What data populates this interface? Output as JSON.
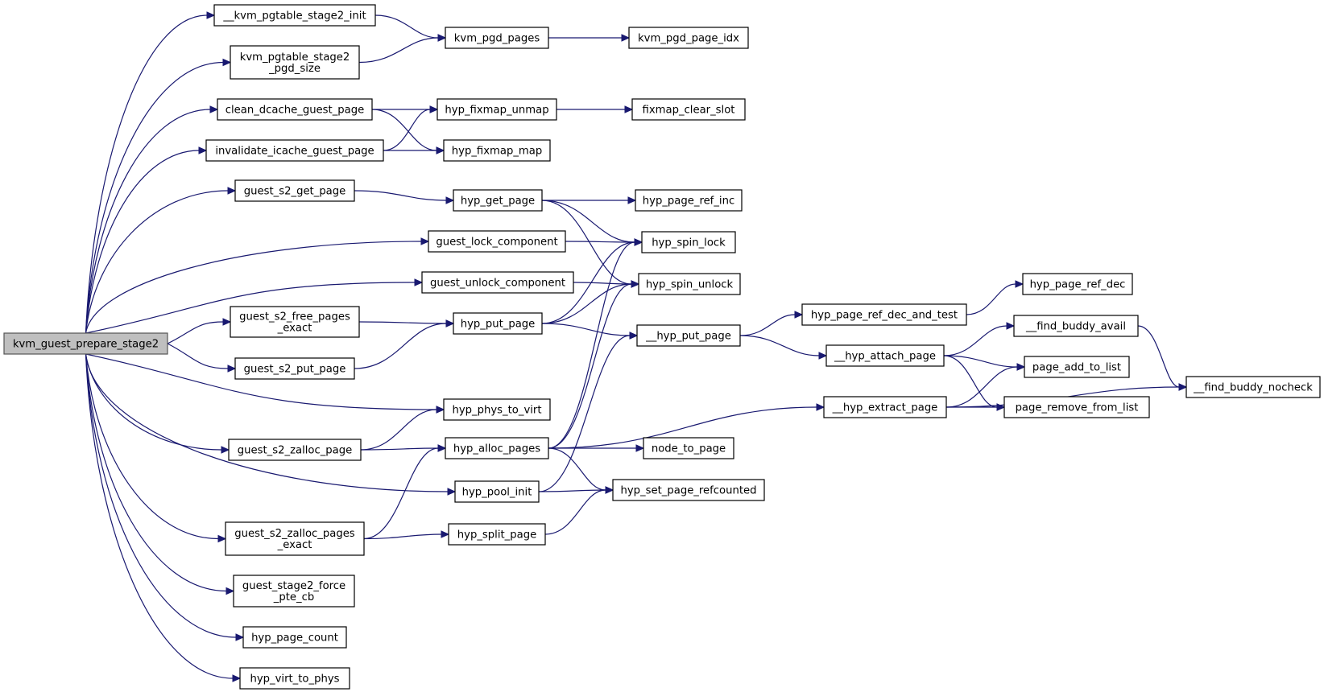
{
  "diagram": {
    "colors": {
      "edge": "#191970",
      "node_border": "#000000",
      "root_fill": "#bfbfbf",
      "node_fill": "#ffffff"
    },
    "nodes": [
      {
        "id": "kvm_guest_prepare_stage2",
        "lines": [
          "kvm_guest_prepare_stage2"
        ],
        "root": true
      },
      {
        "id": "__kvm_pgtable_stage2_init",
        "lines": [
          "__kvm_pgtable_stage2_init"
        ]
      },
      {
        "id": "kvm_pgtable_stage2_pgd_size",
        "lines": [
          "kvm_pgtable_stage2",
          "_pgd_size"
        ]
      },
      {
        "id": "clean_dcache_guest_page",
        "lines": [
          "clean_dcache_guest_page"
        ]
      },
      {
        "id": "invalidate_icache_guest_page",
        "lines": [
          "invalidate_icache_guest_page"
        ]
      },
      {
        "id": "guest_s2_get_page",
        "lines": [
          "guest_s2_get_page"
        ]
      },
      {
        "id": "guest_lock_component",
        "lines": [
          "guest_lock_component"
        ]
      },
      {
        "id": "guest_unlock_component",
        "lines": [
          "guest_unlock_component"
        ]
      },
      {
        "id": "guest_s2_free_pages_exact",
        "lines": [
          "guest_s2_free_pages",
          "_exact"
        ]
      },
      {
        "id": "guest_s2_put_page",
        "lines": [
          "guest_s2_put_page"
        ]
      },
      {
        "id": "hyp_phys_to_virt",
        "lines": [
          "hyp_phys_to_virt"
        ]
      },
      {
        "id": "guest_s2_zalloc_page",
        "lines": [
          "guest_s2_zalloc_page"
        ]
      },
      {
        "id": "hyp_pool_init",
        "lines": [
          "hyp_pool_init"
        ]
      },
      {
        "id": "guest_s2_zalloc_pages_exact",
        "lines": [
          "guest_s2_zalloc_pages",
          "_exact"
        ]
      },
      {
        "id": "guest_stage2_force_pte_cb",
        "lines": [
          "guest_stage2_force",
          "_pte_cb"
        ]
      },
      {
        "id": "hyp_page_count",
        "lines": [
          "hyp_page_count"
        ]
      },
      {
        "id": "hyp_virt_to_phys",
        "lines": [
          "hyp_virt_to_phys"
        ]
      },
      {
        "id": "kvm_pgd_pages",
        "lines": [
          "kvm_pgd_pages"
        ]
      },
      {
        "id": "kvm_pgd_page_idx",
        "lines": [
          "kvm_pgd_page_idx"
        ]
      },
      {
        "id": "hyp_fixmap_unmap",
        "lines": [
          "hyp_fixmap_unmap"
        ]
      },
      {
        "id": "fixmap_clear_slot",
        "lines": [
          "fixmap_clear_slot"
        ]
      },
      {
        "id": "hyp_fixmap_map",
        "lines": [
          "hyp_fixmap_map"
        ]
      },
      {
        "id": "hyp_get_page",
        "lines": [
          "hyp_get_page"
        ]
      },
      {
        "id": "hyp_page_ref_inc",
        "lines": [
          "hyp_page_ref_inc"
        ]
      },
      {
        "id": "hyp_spin_lock",
        "lines": [
          "hyp_spin_lock"
        ]
      },
      {
        "id": "hyp_spin_unlock",
        "lines": [
          "hyp_spin_unlock"
        ]
      },
      {
        "id": "hyp_put_page",
        "lines": [
          "hyp_put_page"
        ]
      },
      {
        "id": "__hyp_put_page",
        "lines": [
          "__hyp_put_page"
        ]
      },
      {
        "id": "hyp_page_ref_dec_and_test",
        "lines": [
          "hyp_page_ref_dec_and_test"
        ]
      },
      {
        "id": "hyp_page_ref_dec",
        "lines": [
          "hyp_page_ref_dec"
        ]
      },
      {
        "id": "__hyp_attach_page",
        "lines": [
          "__hyp_attach_page"
        ]
      },
      {
        "id": "__find_buddy_avail",
        "lines": [
          "__find_buddy_avail"
        ]
      },
      {
        "id": "page_add_to_list",
        "lines": [
          "page_add_to_list"
        ]
      },
      {
        "id": "__find_buddy_nocheck",
        "lines": [
          "__find_buddy_nocheck"
        ]
      },
      {
        "id": "__hyp_extract_page",
        "lines": [
          "__hyp_extract_page"
        ]
      },
      {
        "id": "page_remove_from_list",
        "lines": [
          "page_remove_from_list"
        ]
      },
      {
        "id": "hyp_alloc_pages",
        "lines": [
          "hyp_alloc_pages"
        ]
      },
      {
        "id": "node_to_page",
        "lines": [
          "node_to_page"
        ]
      },
      {
        "id": "hyp_set_page_refcounted",
        "lines": [
          "hyp_set_page_refcounted"
        ]
      },
      {
        "id": "hyp_split_page",
        "lines": [
          "hyp_split_page"
        ]
      }
    ],
    "edges": [
      [
        "kvm_guest_prepare_stage2",
        "__kvm_pgtable_stage2_init"
      ],
      [
        "kvm_guest_prepare_stage2",
        "kvm_pgtable_stage2_pgd_size"
      ],
      [
        "kvm_guest_prepare_stage2",
        "clean_dcache_guest_page"
      ],
      [
        "kvm_guest_prepare_stage2",
        "invalidate_icache_guest_page"
      ],
      [
        "kvm_guest_prepare_stage2",
        "guest_s2_get_page"
      ],
      [
        "kvm_guest_prepare_stage2",
        "guest_lock_component"
      ],
      [
        "kvm_guest_prepare_stage2",
        "guest_unlock_component"
      ],
      [
        "kvm_guest_prepare_stage2",
        "guest_s2_free_pages_exact"
      ],
      [
        "kvm_guest_prepare_stage2",
        "guest_s2_put_page"
      ],
      [
        "kvm_guest_prepare_stage2",
        "hyp_phys_to_virt"
      ],
      [
        "kvm_guest_prepare_stage2",
        "guest_s2_zalloc_page"
      ],
      [
        "kvm_guest_prepare_stage2",
        "hyp_pool_init"
      ],
      [
        "kvm_guest_prepare_stage2",
        "guest_s2_zalloc_pages_exact"
      ],
      [
        "kvm_guest_prepare_stage2",
        "guest_stage2_force_pte_cb"
      ],
      [
        "kvm_guest_prepare_stage2",
        "hyp_page_count"
      ],
      [
        "kvm_guest_prepare_stage2",
        "hyp_virt_to_phys"
      ],
      [
        "__kvm_pgtable_stage2_init",
        "kvm_pgd_pages"
      ],
      [
        "kvm_pgtable_stage2_pgd_size",
        "kvm_pgd_pages"
      ],
      [
        "kvm_pgd_pages",
        "kvm_pgd_page_idx"
      ],
      [
        "clean_dcache_guest_page",
        "hyp_fixmap_unmap"
      ],
      [
        "clean_dcache_guest_page",
        "hyp_fixmap_map"
      ],
      [
        "invalidate_icache_guest_page",
        "hyp_fixmap_unmap"
      ],
      [
        "invalidate_icache_guest_page",
        "hyp_fixmap_map"
      ],
      [
        "hyp_fixmap_unmap",
        "fixmap_clear_slot"
      ],
      [
        "guest_s2_get_page",
        "hyp_get_page"
      ],
      [
        "hyp_get_page",
        "hyp_page_ref_inc"
      ],
      [
        "hyp_get_page",
        "hyp_spin_lock"
      ],
      [
        "hyp_get_page",
        "hyp_spin_unlock"
      ],
      [
        "guest_lock_component",
        "hyp_spin_lock"
      ],
      [
        "guest_unlock_component",
        "hyp_spin_unlock"
      ],
      [
        "guest_s2_free_pages_exact",
        "hyp_put_page"
      ],
      [
        "guest_s2_put_page",
        "hyp_put_page"
      ],
      [
        "hyp_put_page",
        "hyp_spin_lock"
      ],
      [
        "hyp_put_page",
        "hyp_spin_unlock"
      ],
      [
        "hyp_put_page",
        "__hyp_put_page"
      ],
      [
        "__hyp_put_page",
        "hyp_page_ref_dec_and_test"
      ],
      [
        "__hyp_put_page",
        "__hyp_attach_page"
      ],
      [
        "hyp_page_ref_dec_and_test",
        "hyp_page_ref_dec"
      ],
      [
        "__hyp_attach_page",
        "__find_buddy_avail"
      ],
      [
        "__hyp_attach_page",
        "page_add_to_list"
      ],
      [
        "__hyp_attach_page",
        "page_remove_from_list"
      ],
      [
        "__find_buddy_avail",
        "__find_buddy_nocheck"
      ],
      [
        "__hyp_extract_page",
        "page_add_to_list"
      ],
      [
        "__hyp_extract_page",
        "page_remove_from_list"
      ],
      [
        "__hyp_extract_page",
        "__find_buddy_nocheck"
      ],
      [
        "guest_s2_zalloc_page",
        "hyp_phys_to_virt"
      ],
      [
        "guest_s2_zalloc_page",
        "hyp_alloc_pages"
      ],
      [
        "hyp_alloc_pages",
        "hyp_spin_lock"
      ],
      [
        "hyp_alloc_pages",
        "hyp_spin_unlock"
      ],
      [
        "hyp_alloc_pages",
        "__hyp_extract_page"
      ],
      [
        "hyp_alloc_pages",
        "node_to_page"
      ],
      [
        "hyp_alloc_pages",
        "hyp_set_page_refcounted"
      ],
      [
        "hyp_pool_init",
        "__hyp_put_page"
      ],
      [
        "hyp_pool_init",
        "hyp_set_page_refcounted"
      ],
      [
        "guest_s2_zalloc_pages_exact",
        "hyp_alloc_pages"
      ],
      [
        "guest_s2_zalloc_pages_exact",
        "hyp_split_page"
      ],
      [
        "hyp_split_page",
        "hyp_set_page_refcounted"
      ]
    ]
  }
}
